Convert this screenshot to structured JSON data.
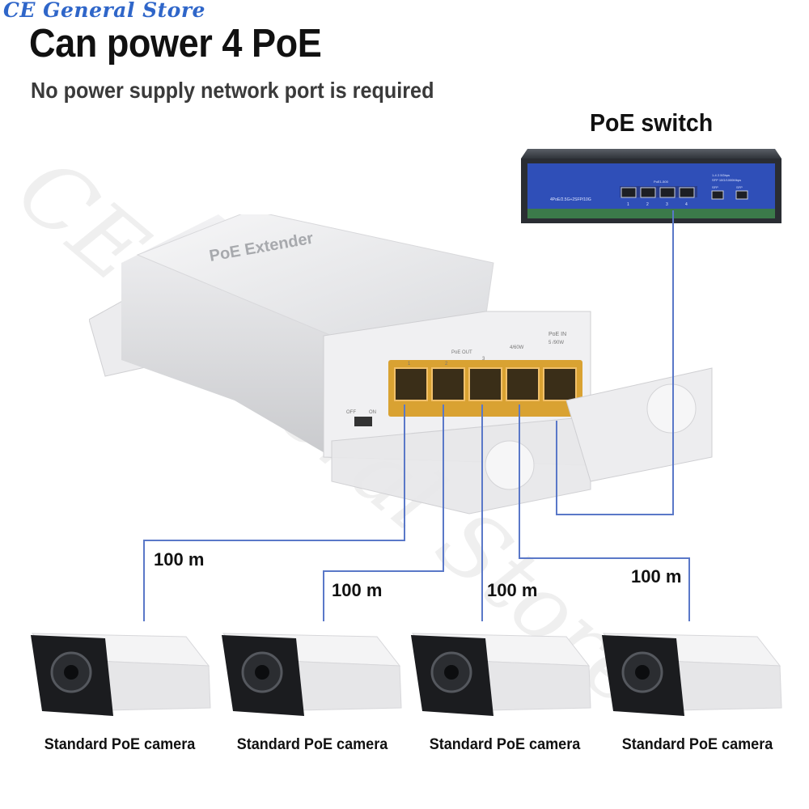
{
  "store_mark": "CE General Store",
  "headline": "Can power 4 PoE",
  "subline": "No power supply network port is required",
  "switch": {
    "title": "PoE switch",
    "model_text": "4PoE/2.5G+2SFP/10G",
    "port_group_label": "PoE1-500",
    "spec_line_1": "1-4 2.5Gbps",
    "spec_line_2": "SFP 10G/1000Mbps",
    "sfp_labels": [
      "SFP",
      "SFP"
    ],
    "port_numbers": [
      "1",
      "2",
      "3",
      "4"
    ]
  },
  "extender": {
    "brand_label": "PoE Extender",
    "poe_out_label": "PoE OUT",
    "poe_in_label": "PoE IN",
    "poe_in_sub": "5 /90W",
    "port4_label": "4/60W",
    "port_numbers": [
      "1",
      "2",
      "3"
    ],
    "switch_off": "OFF",
    "switch_on": "ON"
  },
  "distances": [
    "100 m",
    "100 m",
    "100 m",
    "100 m"
  ],
  "cameras": [
    {
      "label": "Standard PoE camera"
    },
    {
      "label": "Standard PoE camera"
    },
    {
      "label": "Standard PoE camera"
    },
    {
      "label": "Standard PoE camera"
    }
  ],
  "colors": {
    "cable": "#5a78c8",
    "switch_panel": "#2f4fb8",
    "switch_body": "#3b3f46",
    "rj45_gold": "#e8a21a",
    "brand_blue": "#2f66c9"
  }
}
